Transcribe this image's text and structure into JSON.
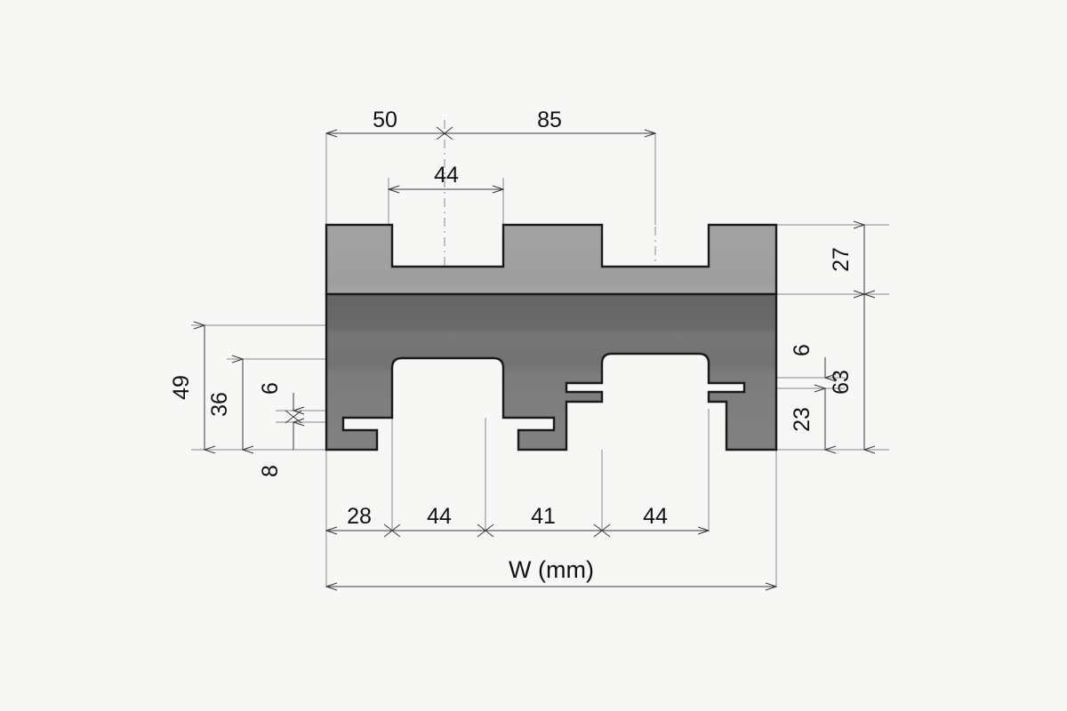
{
  "drawing": {
    "title": "W (mm)",
    "units": "mm",
    "background_color": "#f7f7f5",
    "outline_color": "#1a1a1a",
    "upper_fill_color": "#a0a0a0",
    "lower_fill_color": "#6e6e6e"
  },
  "dimensions": {
    "top": {
      "row1": [
        {
          "label": "50",
          "value": 50
        },
        {
          "label": "85",
          "value": 85
        }
      ],
      "row2": [
        {
          "label": "44",
          "value": 44
        }
      ]
    },
    "bottom": {
      "segments": [
        {
          "label": "28",
          "value": 28
        },
        {
          "label": "44",
          "value": 44
        },
        {
          "label": "41",
          "value": 41
        },
        {
          "label": "44",
          "value": 44
        }
      ],
      "overall_label": "W (mm)"
    },
    "left": [
      {
        "label": "49",
        "value": 49
      },
      {
        "label": "36",
        "value": 36
      },
      {
        "label": "6",
        "value": 6
      },
      {
        "label": "8",
        "value": 8
      }
    ],
    "right": [
      {
        "label": "27",
        "value": 27
      },
      {
        "label": "63",
        "value": 63
      },
      {
        "label": "6",
        "value": 6
      },
      {
        "label": "23",
        "value": 23
      }
    ]
  },
  "chart_data": {
    "type": "table",
    "title": "W (mm)",
    "xlabel": "",
    "ylabel": "",
    "categories": [
      "top-50",
      "top-85",
      "top-44",
      "bottom-28",
      "bottom-44a",
      "bottom-41",
      "bottom-44b",
      "left-49",
      "left-36",
      "left-6",
      "left-8",
      "right-27",
      "right-63",
      "right-6",
      "right-23"
    ],
    "values": [
      50,
      85,
      44,
      28,
      44,
      41,
      44,
      49,
      36,
      6,
      8,
      27,
      63,
      6,
      23
    ]
  }
}
